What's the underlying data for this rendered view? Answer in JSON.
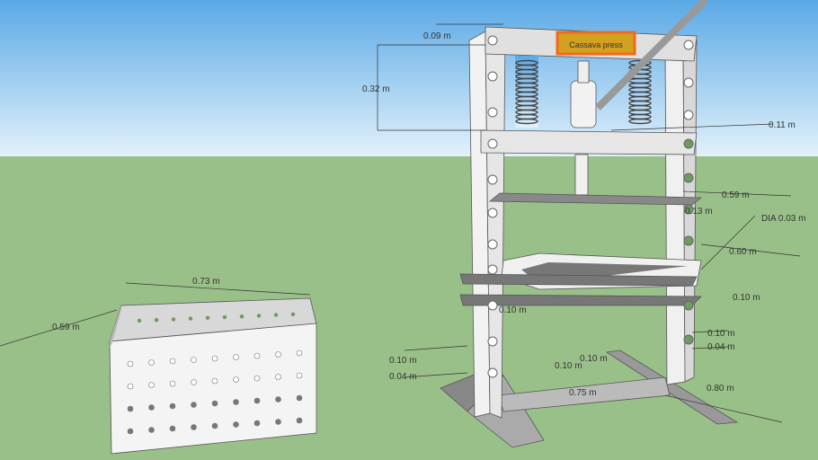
{
  "scene": {
    "sign_text": "Cassava press",
    "colors": {
      "sky_top": "#5aa9e6",
      "sky_bottom": "#dff0fb",
      "ground": "#9ac08a",
      "sign": "#d4a020",
      "sign_border": "#f06a1e",
      "steel": "#e8e8e8",
      "perforated_hole": "#6f9a60"
    }
  },
  "dimensions": {
    "top_plate": "0.09 m",
    "spring_height": "0.32 m",
    "plate_thickness": "0.11 m",
    "press_plate_width": "0.59 m",
    "press_plate_offset": "0.13 m",
    "diameter": "DIA 0.03 m",
    "tray_width": "0.60 m",
    "tray_gap": "0.10 m",
    "right_gap_upper": "0.10 m",
    "right_gap_lower": "0.04 m",
    "base_depth": "0.80 m",
    "left_gap_upper": "0.10 m",
    "left_gap_lower": "0.04 m",
    "base_gap_a": "0.10 m",
    "base_gap_b": "0.10 m",
    "base_width": "0.75 m",
    "basket_width": "0.73 m",
    "basket_depth": "0.59 m"
  }
}
